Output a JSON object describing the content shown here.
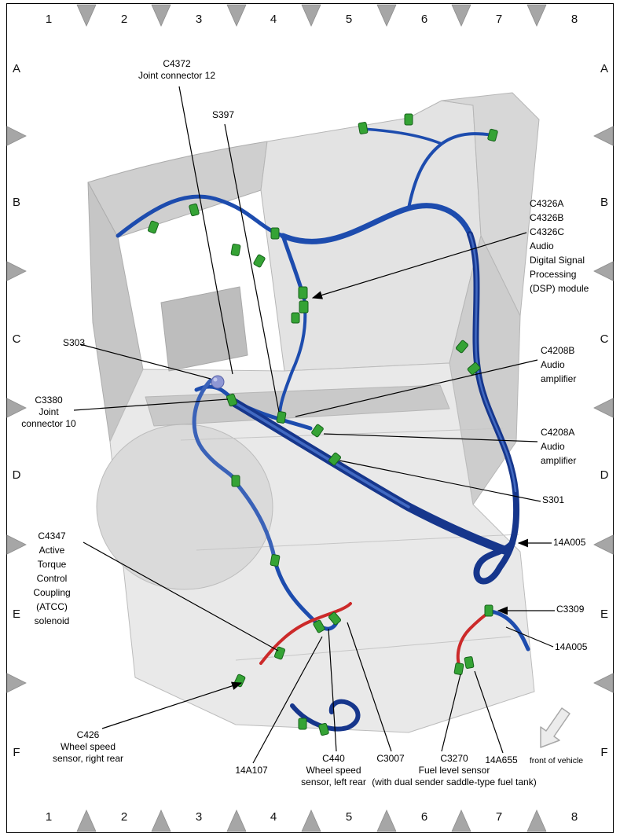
{
  "grid": {
    "numbers": [
      "1",
      "2",
      "3",
      "4",
      "5",
      "6",
      "7",
      "8"
    ],
    "letters": [
      "A",
      "B",
      "C",
      "D",
      "E",
      "F"
    ]
  },
  "callouts": {
    "c4372": "C4372\nJoint connector 12",
    "s397": "S397",
    "c4326": "C4326A\nC4326B\nC4326C\nAudio\nDigital Signal\nProcessing\n(DSP) module",
    "c4208b": "C4208B\nAudio\namplifier",
    "c4208a": "C4208A\nAudio\namplifier",
    "s301": "S301",
    "w14a005_upper": "14A005",
    "c3309": "C3309",
    "w14a005_lower": "14A005",
    "s303": "S303",
    "c3380": "C3380\nJoint\nconnector 10",
    "c4347": "C4347\nActive\nTorque\nControl\nCoupling\n(ATCC)\nsolenoid",
    "c426": "C426\nWheel speed\nsensor, right rear",
    "w14a107": "14A107",
    "c440": "C440\nWheel speed\nsensor, left rear",
    "c3007": "C3007",
    "c3270": "C3270\nFuel level sensor\n(with dual sender saddle-type fuel tank)",
    "w14a655": "14A655",
    "front_of_vehicle": "front of vehicle"
  },
  "colors": {
    "harness_blue": "#1d4cae",
    "connector_green": "#35a335",
    "wire_red": "#cc2a2a",
    "body_gray": "#e3e3e3",
    "marker_gray": "#a6a6a6"
  }
}
